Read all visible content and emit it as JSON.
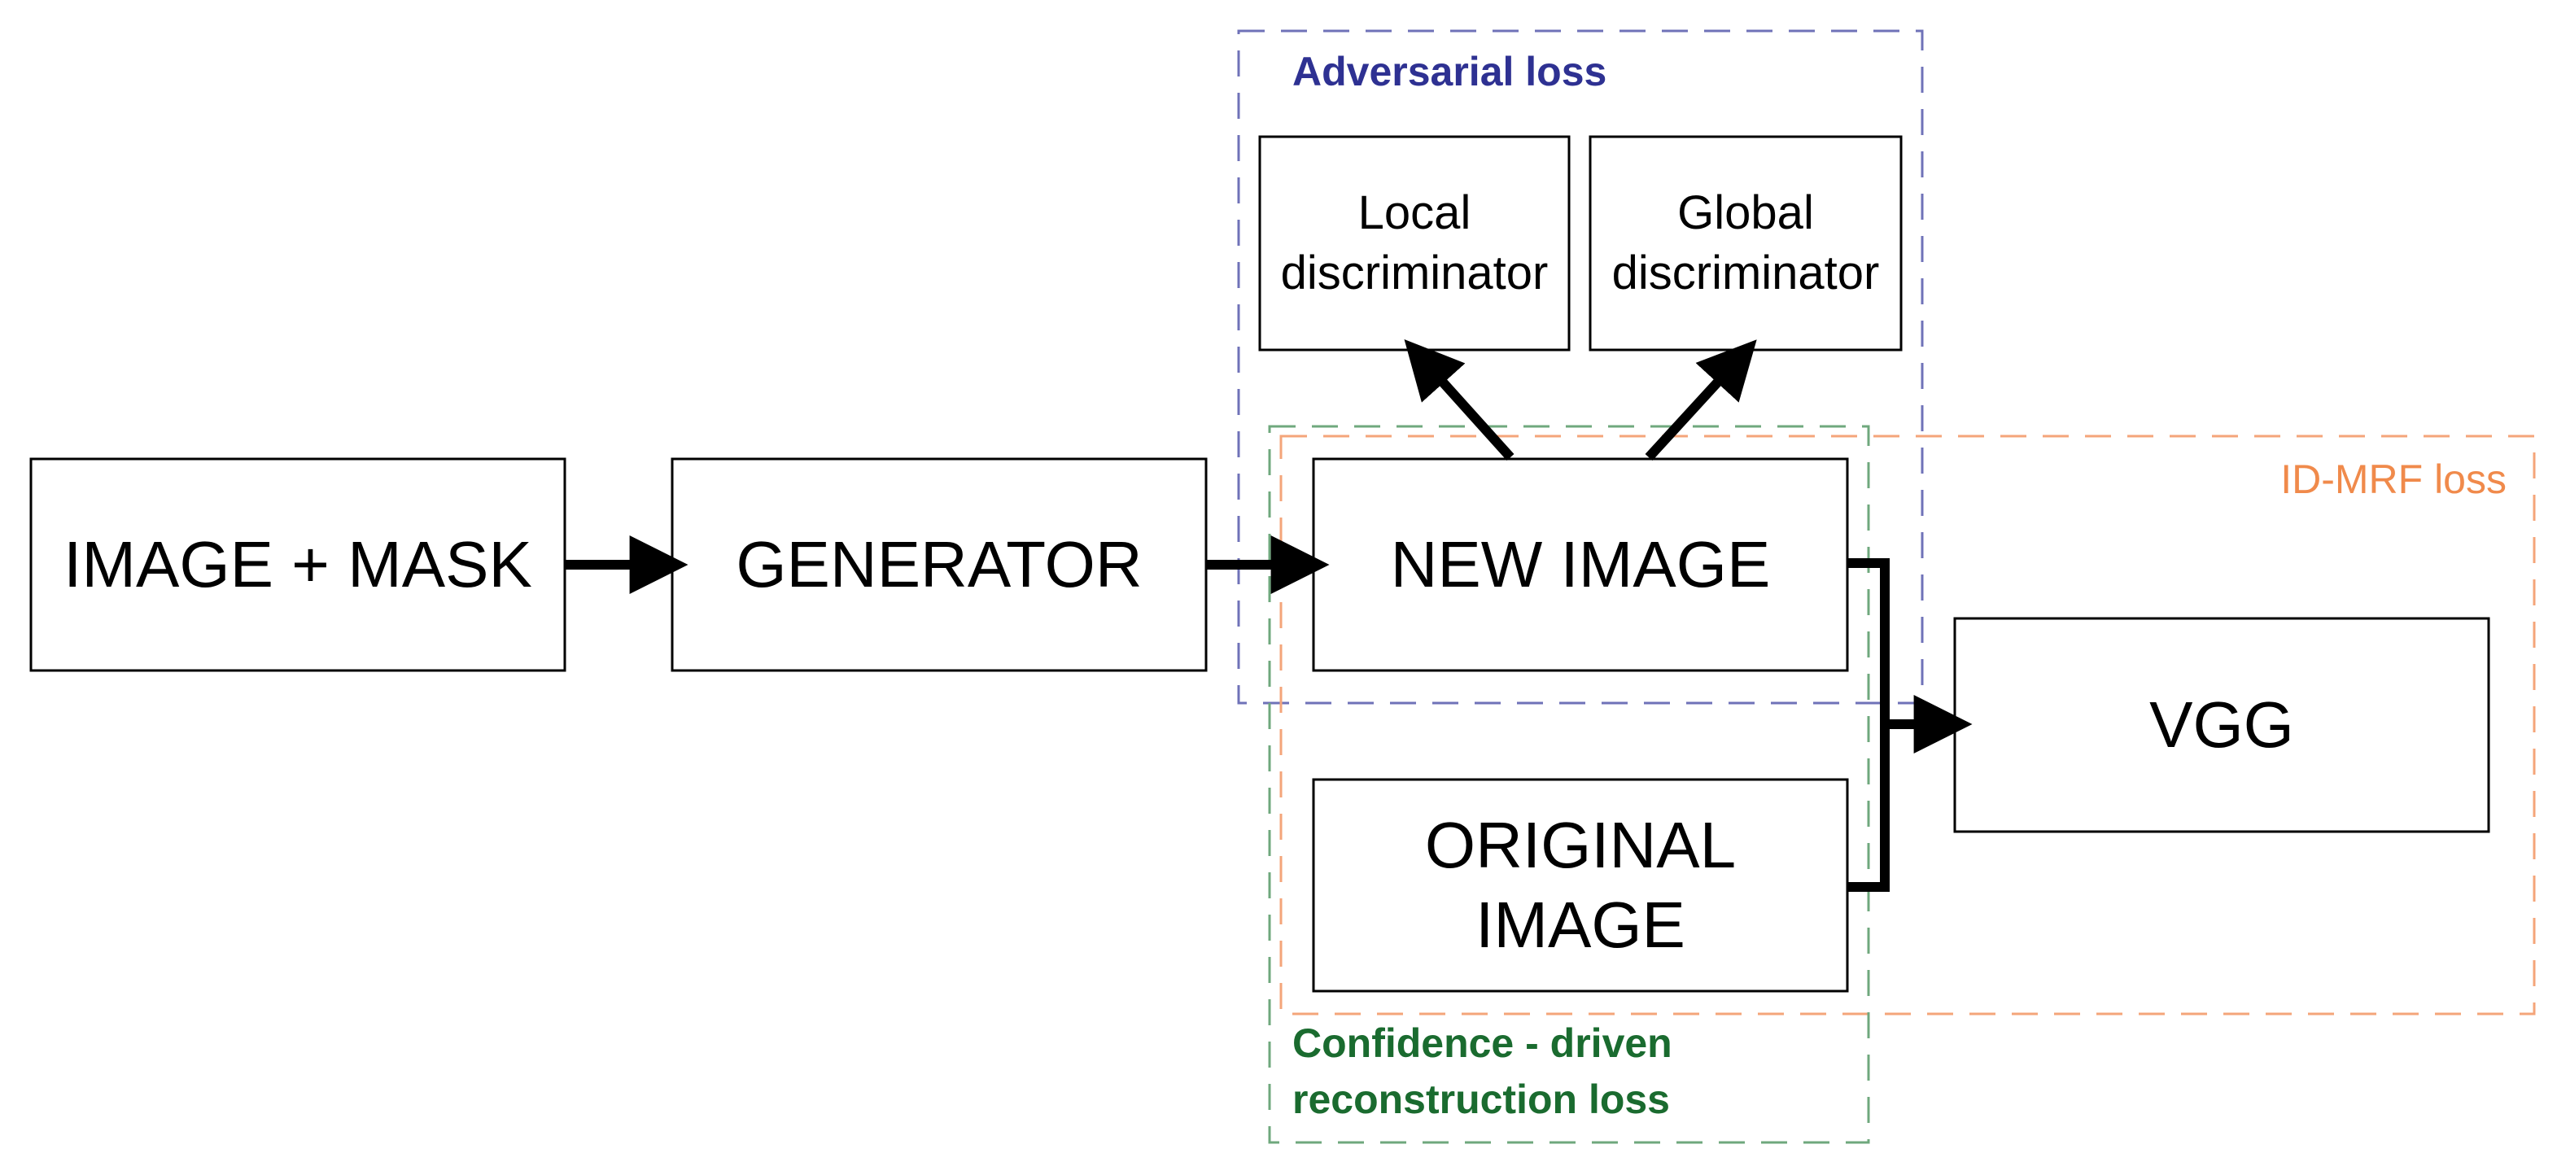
{
  "nodes": {
    "image_mask": "IMAGE + MASK",
    "generator": "GENERATOR",
    "new_image": "NEW IMAGE",
    "original_image": "ORIGINAL\nIMAGE",
    "local_discriminator": "Local\ndiscriminator",
    "global_discriminator": "Global\ndiscriminator",
    "vgg": "VGG"
  },
  "groups": {
    "adversarial": {
      "label": "Adversarial loss",
      "color": "#2e3192"
    },
    "id_mrf": {
      "label": "ID-MRF loss",
      "color": "#f08a4b"
    },
    "confidence": {
      "label": "Confidence - driven\nreconstruction loss",
      "color": "#1a6b2f"
    }
  },
  "colors": {
    "box_border": "#000000",
    "arrow": "#000000",
    "adversarial_dash": "#6f72b8",
    "id_mrf_dash": "#f4a57a",
    "confidence_dash": "#6fa87d"
  }
}
